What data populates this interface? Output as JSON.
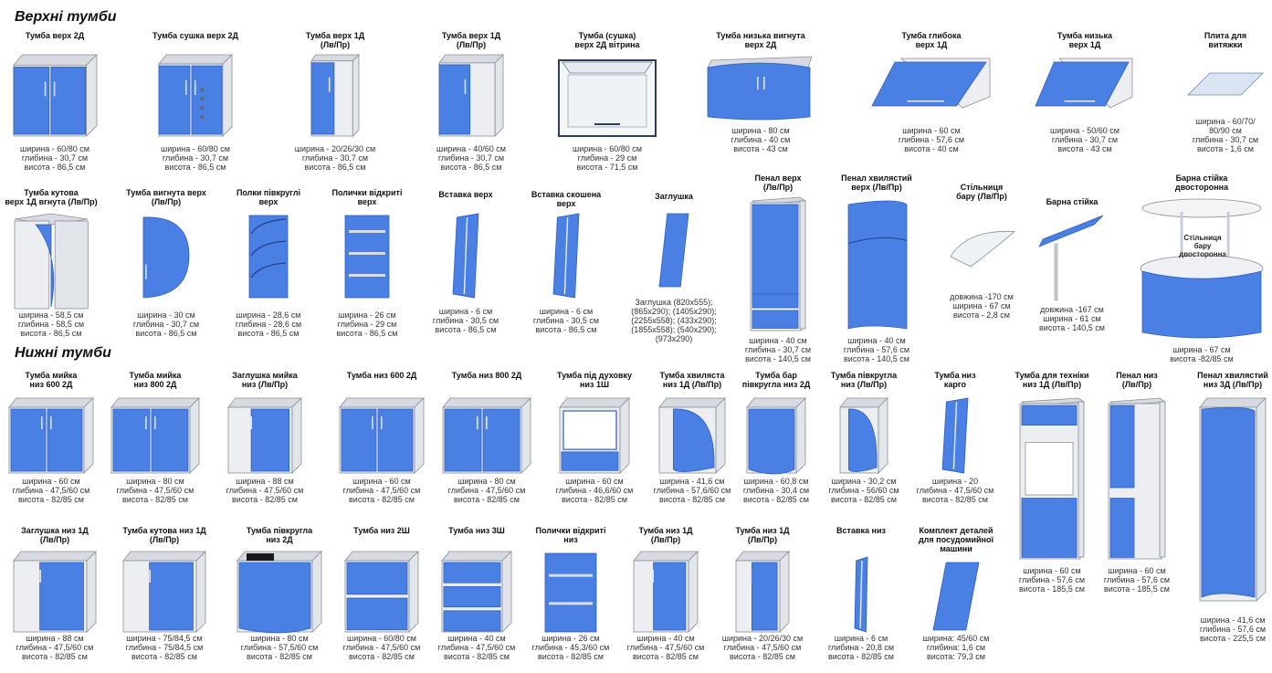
{
  "sections": {
    "upper": "Верхні тумби",
    "lower": "Нижні тумби"
  },
  "upper_items": [
    {
      "name": "Тумба верх 2Д",
      "specs": "ширина - 60/80 см\nглибина - 30,7 см\nвисота - 86,5 см"
    },
    {
      "name": "Тумба сушка верх 2Д",
      "specs": "ширина - 60/80 см\nглибина - 30,7 см\nвисота - 86,5 см"
    },
    {
      "name": "Тумба верх 1Д\n(Лв/Пр)",
      "specs": "ширина - 20/26/30 см\nглибина - 30,7 см\nвисота - 86,5 см"
    },
    {
      "name": "Тумба верх 1Д\n(Лв/Пр)",
      "specs": "ширина - 40/60 см\nглибина - 30,7 см\nвисота - 86,5 см"
    },
    {
      "name": "Тумба (сушка)\nверх 2Д вітрина",
      "specs": "ширина - 60/80 см\nглибина - 29 см\nвисота - 71,5 см"
    },
    {
      "name": "Тумба низька вигнута\nверх 2Д",
      "specs": "ширина - 80 см\nглибина - 40 см\nвисота - 43 см"
    },
    {
      "name": "Тумба глибока\nверх 1Д",
      "specs": "ширина - 60 см\nглибина - 57,6 см\nвисота - 40 см"
    },
    {
      "name": "Тумба низька\nверх 1Д",
      "specs": "ширина - 50/60 см\nглибина - 30,7 см\nвисота - 43 см"
    },
    {
      "name": "Плита для\nвитяжки",
      "specs": "ширина - 60/70/\n80/90 см\nглибина - 30,7 см\nвисота - 1,6 см"
    },
    {
      "name": "Тумба кутова\nверх 1Д вгнута (Лв/Пр)",
      "specs": "ширина - 58,5 см\nглибина - 58,5 см\nвисота - 86,5 см"
    },
    {
      "name": "Тумба вигнута верх\n(Лв/Пр)",
      "specs": "ширина - 30 см\nглибина - 30,7 см\nвисота - 86,5 см"
    },
    {
      "name": "Полки півкруглі\nверх",
      "specs": "ширина - 28,6 см\nглибина - 28,6 см\nвисота - 86,5 см"
    },
    {
      "name": "Полички відкриті\nверх",
      "specs": "ширина - 26 см\nглибина - 29 см\nвисота - 86,5 см"
    },
    {
      "name": "Вставка верх",
      "specs": "ширина - 6 см\nглибина - 30,5 см\nвисота - 86,5 см"
    },
    {
      "name": "Вставка скошена\nверх",
      "specs": "ширина - 6 см\nглибина - 30,5 см\nвисота - 86,5 см"
    },
    {
      "name": "Заглушка",
      "specs": "Заглушка (820х555);\n(865х290); (1405х290);\n(2255х558); (433х290);\n(1855х558); (540х290);\n(973х290)"
    },
    {
      "name": "Пенал верх\n(Лв/Пр)",
      "specs": "ширина - 40 см\nглибина - 30,7 см\nвисота - 140,5 см"
    },
    {
      "name": "Пенал хвилястий\nверх (Лв/Пр)",
      "specs": "ширина - 40 см\nглибина - 57,6 см\nвисота - 140,5 см"
    },
    {
      "name": "Стільниця\nбару (Лв/Пр)",
      "specs": "довжина -170 см\nширина - 67 см\nвисота - 2,8 см"
    },
    {
      "name": "Барна стійка",
      "specs": "довжина -167 см\nширина - 61 см\nвисота - 140,5 см"
    },
    {
      "name": "Барна стійка\nдвосторонна",
      "specs": "ширина - 67 см\nвисота -82/85 см"
    }
  ],
  "bar_label": "Стільниця\nбару\nдвосторонна",
  "lower_items": [
    {
      "name": "Тумба мийка\nниз 600 2Д",
      "specs": "ширина - 60 см\nглибина - 47,5/60 см\nвисота - 82/85 см"
    },
    {
      "name": "Тумба мийка\nниз 800 2Д",
      "specs": "ширина - 80 см\nглибина - 47,5/60 см\nвисота - 82/85 см"
    },
    {
      "name": "Заглушка мийка\nниз (Лв/Пр)",
      "specs": "ширина - 88 см\nглибина - 47,5/60 см\nвисота - 82/85 см"
    },
    {
      "name": "Тумба низ 600 2Д",
      "specs": "ширина - 60 см\nглибина - 47,5/60 см\nвисота - 82/85 см"
    },
    {
      "name": "Тумба низ 800 2Д",
      "specs": "ширина - 80 см\nглибина - 47,5/60 см\nвисота - 82/85 см"
    },
    {
      "name": "Тумба під духовку\nниз 1Ш",
      "specs": "ширина - 60 см\nглибина - 46,6/60 см\nвисота - 82/85 см"
    },
    {
      "name": "Тумба хвиляста\nниз 1Д (Лв/Пр)",
      "specs": "ширина - 41,6 см\nглибина - 57,6/60 см\nвисота - 82/85 см"
    },
    {
      "name": "Тумба бар\nпівкругла низ 2Д",
      "specs": "ширина - 60,8 см\nглибина - 30,4 см\nвисота - 82/85 см"
    },
    {
      "name": "Тумба півкругла\nниз (Лв/Пр)",
      "specs": "ширина - 30,2 см\nглибина - 56/60 см\nвисота - 82/85 см"
    },
    {
      "name": "Тумба низ\nкарго",
      "specs": "ширина - 20\nглибина - 47,5/60 см\nвисота - 82/85 см"
    },
    {
      "name": "Тумба для техніки\nниз 1Д (Лв/Пр)",
      "specs": "ширина - 60 см\nглибина - 57,6 см\nвисота - 185,5 см"
    },
    {
      "name": "Пенал низ\n(Лв/Пр)",
      "specs": "ширина - 60 см\nглибина - 57,6 см\nвисота - 185,5 см"
    },
    {
      "name": "Пенал хвилястий\nниз 3Д (Лв/Пр)",
      "specs": "ширина - 41,6 см\nглибина - 57,6 см\nвисота - 225,5 см"
    },
    {
      "name": "Заглушка низ 1Д\n(Лв/Пр)",
      "specs": "ширина - 88 см\nглибина - 47,5/60 см\nвисота - 82/85 см"
    },
    {
      "name": "Тумба кутова низ 1Д\n(Лв/Пр)",
      "specs": "ширина - 75/84,5 см\nглибина - 75/84,5 см\nвисота - 82/85 см"
    },
    {
      "name": "Тумба півкругла\nниз 2Д",
      "specs": "ширина - 80 см\nглибина - 57,5/60 см\nвисота - 82/85 см"
    },
    {
      "name": "Тумба низ 2Ш",
      "specs": "ширина - 60/80 см\nглибина - 47,5/60 см\nвисота - 82/85 см"
    },
    {
      "name": "Тумба низ 3Ш",
      "specs": "ширина - 40 см\nглибина - 47,5/60 см\nвисота - 82/85 см"
    },
    {
      "name": "Полички відкриті\nниз",
      "specs": "ширина - 26 см\nглибина - 45,3/60 см\nвисота - 82/85 см"
    },
    {
      "name": "Тумба низ 1Д\n(Лв/Пр)",
      "specs": "ширина - 40 см\nглибина - 47,5/60 см\nвисота - 82/85 см"
    },
    {
      "name": "Тумба низ 1Д\n(Лв/Пр)",
      "specs": "ширина - 20/26/30 см\nглибина - 47,5/60 см\nвисота - 82/85 см"
    },
    {
      "name": "Вставка низ",
      "specs": "ширина - 6 см\nглибина - 20,8 см\nвисота - 82/85 см"
    },
    {
      "name": "Комплект деталей\nдля посудомийної\nмашини",
      "specs": "ширина: 45/60 см\nглибина: 1,6 см\nвисота: 79,3 см"
    }
  ],
  "colors": {
    "front": "#4a7fe3",
    "front_dark": "#2f5fc0",
    "carcass": "#eceef1",
    "top": "#d7dbe1"
  }
}
